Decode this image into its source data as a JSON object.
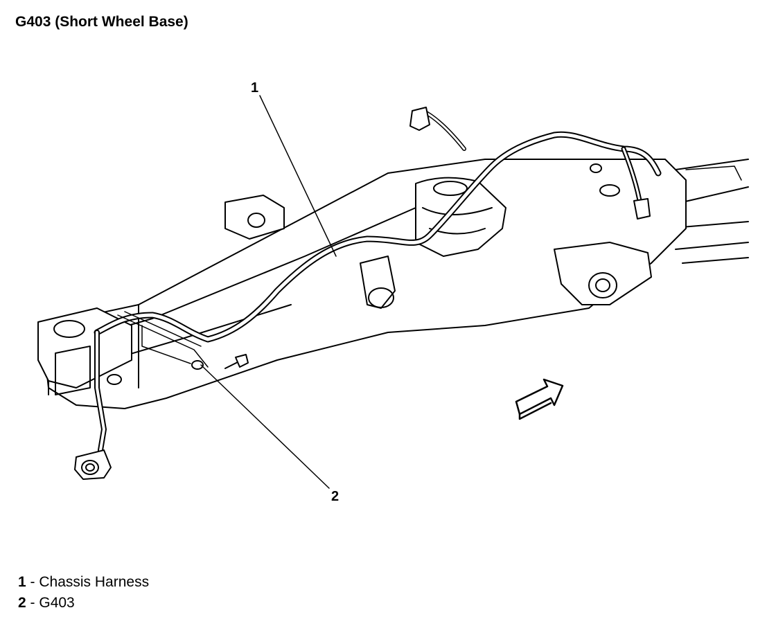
{
  "title": "G403 (Short Wheel Base)",
  "callouts": [
    "1",
    "2"
  ],
  "legend": [
    {
      "number": "1",
      "separator": " - ",
      "label": "Chassis Harness"
    },
    {
      "number": "2",
      "separator": " - ",
      "label": "G403"
    }
  ]
}
